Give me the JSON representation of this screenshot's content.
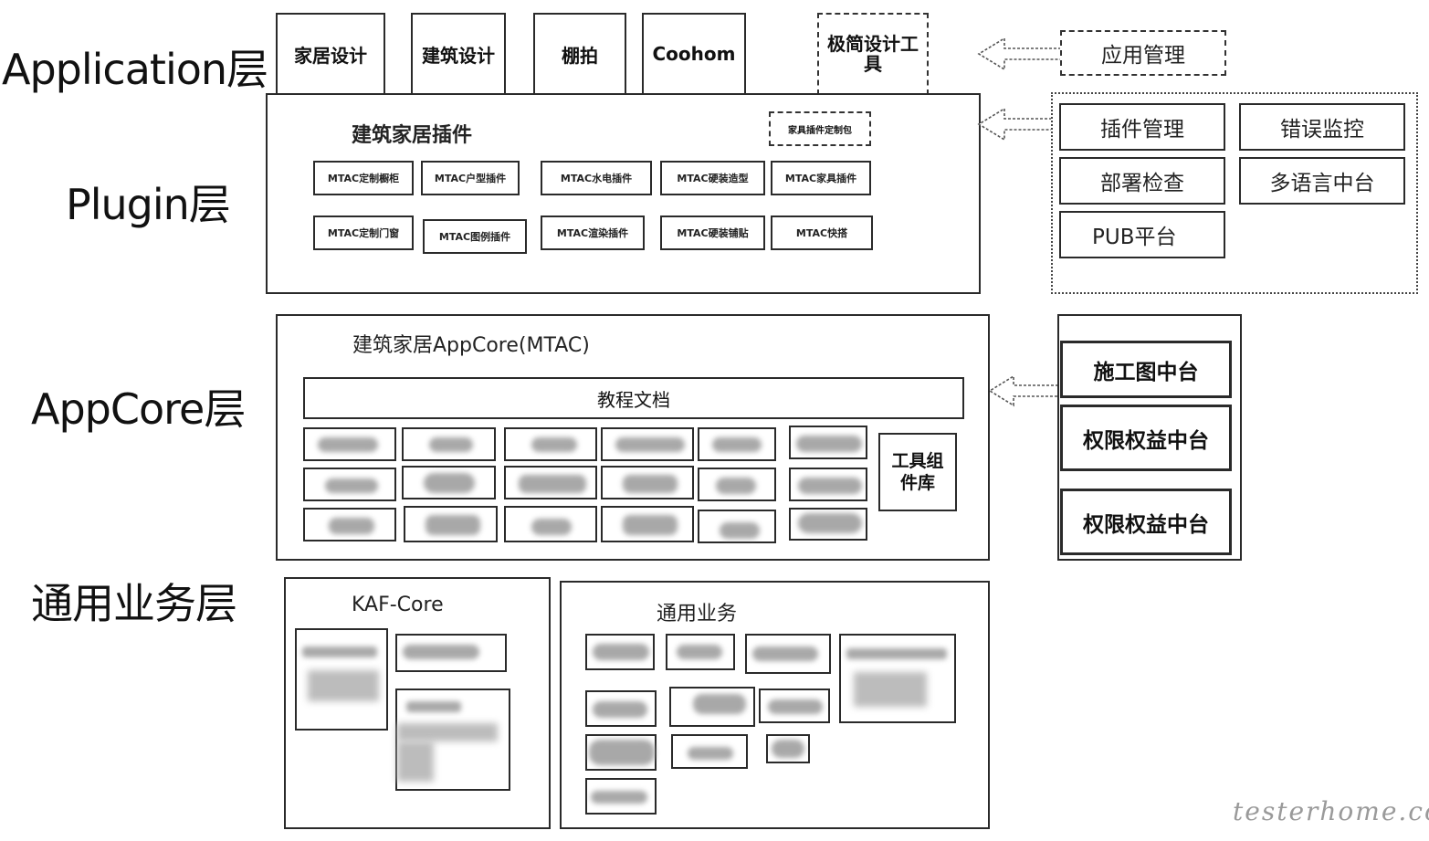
{
  "layers": {
    "application": "Application层",
    "plugin": "Plugin层",
    "appcore": "AppCore层",
    "common": "通用业务层"
  },
  "apps": [
    "家居设计",
    "建筑设计",
    "棚拍",
    "Coohom",
    "极简设计工具"
  ],
  "app_management": "应用管理",
  "plugin_section": {
    "title": "建筑家居插件",
    "custom_pkg": "家具插件定制包",
    "row1": [
      "MTAC定制橱柜",
      "MTAC户型插件",
      "MTAC水电插件",
      "MTAC硬装造型",
      "MTAC家具插件"
    ],
    "row2": [
      "MTAC定制门窗",
      "MTAC图例插件",
      "MTAC渲染插件",
      "MTAC硬装铺贴",
      "MTAC快搭"
    ]
  },
  "plugin_services": [
    "插件管理",
    "错误监控",
    "部署检查",
    "多语言中台",
    "PUB平台"
  ],
  "appcore_section": {
    "title": "建筑家居AppCore(MTAC)",
    "docs": "教程文档",
    "toolkit": "工具组件库"
  },
  "appcore_services": [
    "施工图中台",
    "权限权益中台",
    "权限权益中台"
  ],
  "common_section": {
    "kaf_title": "KAF-Core",
    "biz_title": "通用业务"
  },
  "watermark": "testerhome.com"
}
